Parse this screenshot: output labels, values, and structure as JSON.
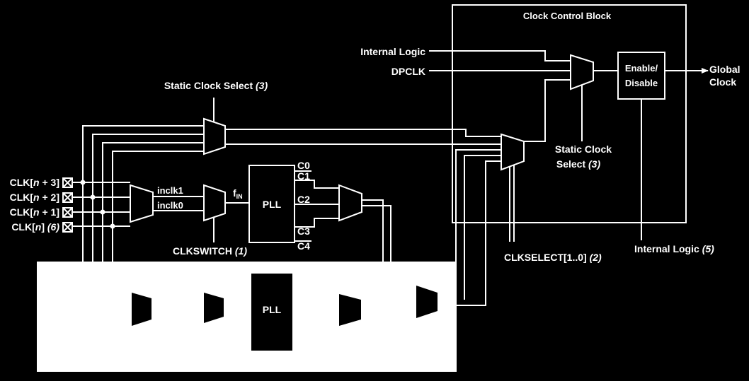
{
  "clock_control_block": {
    "title": "Clock Control Block",
    "internal_logic": "Internal Logic",
    "dpclk": "DPCLK",
    "enable_disable_line1": "Enable/",
    "enable_disable_line2": "Disable",
    "global_clock_line1": "Global",
    "global_clock_line2": "Clock",
    "static_clock_select_line1": "Static Clock",
    "static_clock_select_line2": "Select",
    "static_clock_select_note": "(3)",
    "clkselect": "CLKSELECT[1..0]",
    "clkselect_note": "(2)",
    "internal_logic_bottom": "Internal Logic",
    "internal_logic_bottom_note": "(5)"
  },
  "left_section": {
    "static_clock_select": "Static Clock Select",
    "static_clock_select_note": "(3)",
    "clk_pins": [
      {
        "prefix": "CLK[",
        "var": "n",
        "suffix": " + 3]",
        "note": ""
      },
      {
        "prefix": "CLK[",
        "var": "n",
        "suffix": " + 2]",
        "note": ""
      },
      {
        "prefix": "CLK[",
        "var": "n",
        "suffix": " + 1]",
        "note": ""
      },
      {
        "prefix": "CLK[",
        "var": "n",
        "suffix": "]",
        "note": "(6)"
      }
    ],
    "inclk1": "inclk1",
    "inclk0": "inclk0",
    "clkswitch": "CLKSWITCH",
    "clkswitch_note": "(1)",
    "fin": "f",
    "fin_sub": "IN",
    "pll": "PLL",
    "outputs": [
      "C0",
      "C1",
      "C2",
      "C3",
      "C4"
    ]
  },
  "bottom_panel": {
    "pll": "PLL"
  }
}
